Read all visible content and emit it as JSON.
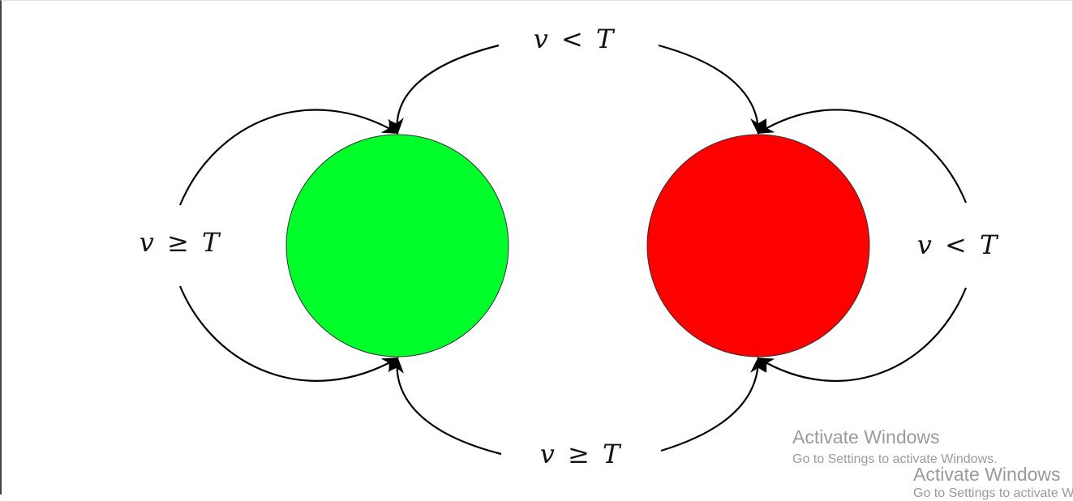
{
  "diagram": {
    "states": [
      {
        "id": "green",
        "color": "#00ff2a"
      },
      {
        "id": "red",
        "color": "#ff0000"
      }
    ],
    "labels": {
      "top": {
        "var": "v",
        "op": "<",
        "rhs": "T"
      },
      "bottom": {
        "var": "v",
        "op": "≥",
        "rhs": "T"
      },
      "left": {
        "var": "v",
        "op": "≥",
        "rhs": "T"
      },
      "right": {
        "var": "v",
        "op": "<",
        "rhs": "T"
      }
    }
  },
  "watermark": {
    "title_1": "Activate Windows",
    "subtitle_1": "Go to Settings to activate Windows.",
    "title_2": "Activate Windows",
    "subtitle_2": "Go to Settings to activate Windows."
  }
}
